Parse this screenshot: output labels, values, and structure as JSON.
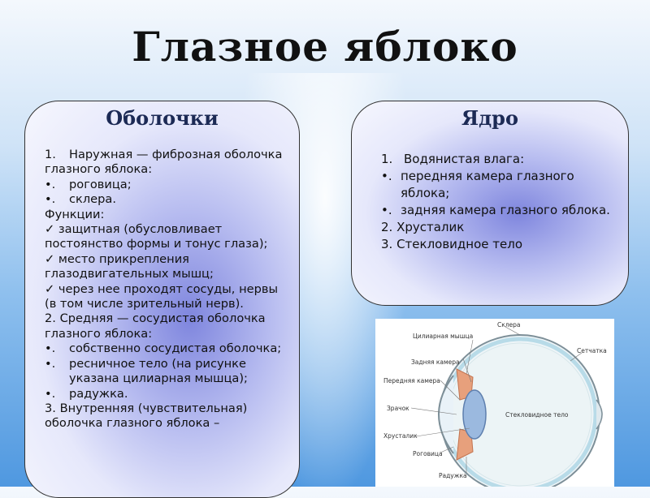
{
  "slide": {
    "title": "Глазное яблоко"
  },
  "left_panel": {
    "title": "Оболочки",
    "lines": [
      {
        "marker": "1.",
        "text": "Наружная — фиброзная оболочка"
      },
      {
        "marker": "",
        "text": "глазного яблока:"
      },
      {
        "marker": "•.",
        "text": "роговица;"
      },
      {
        "marker": "•.",
        "text": "склера."
      },
      {
        "marker": "",
        "text": "Функции:"
      },
      {
        "marker": "✓",
        "text": " защитная (обусловливает постоянство формы и тонус глаза);"
      },
      {
        "marker": "✓",
        "text": " место прикрепления глазодвигательных мышц;"
      },
      {
        "marker": "✓",
        "text": " через нее проходят сосуды, нервы (в том числе зрительный нерв)."
      },
      {
        "marker": "",
        "text": "2. Средняя — сосудистая оболочка глазного яблока:"
      },
      {
        "marker": "•.",
        "text": "собственно сосудистая оболочка;"
      },
      {
        "marker": "•.",
        "text": "ресничное тело (на рисунке указана цилиарная мышца);"
      },
      {
        "marker": "•.",
        "text": "радужка."
      },
      {
        "marker": "",
        "text": "3. Внутренняя (чувствительная) оболочка глазного яблока –"
      }
    ]
  },
  "right_panel": {
    "title": "Ядро",
    "lines": [
      {
        "marker": "1.",
        "text": "Водянистая влага:"
      },
      {
        "marker": "•.",
        "text": "передняя камера глазного яблока;"
      },
      {
        "marker": "•.",
        "text": "задняя камера глазного яблока."
      },
      {
        "marker": "",
        "text": "2. Хрусталик"
      },
      {
        "marker": "",
        "text": "3. Стекловидное тело"
      }
    ]
  },
  "diagram": {
    "labels": {
      "sclera": "Склера",
      "ciliary_muscle": "Цилиарная мышца",
      "retina": "Сетчатка",
      "posterior_chamber": "Задняя камера",
      "anterior_chamber": "Передняя камера",
      "pupil": "Зрачок",
      "vitreous": "Стекловидное тело",
      "lens": "Хрусталик",
      "cornea": "Роговица",
      "iris": "Радужка"
    }
  }
}
